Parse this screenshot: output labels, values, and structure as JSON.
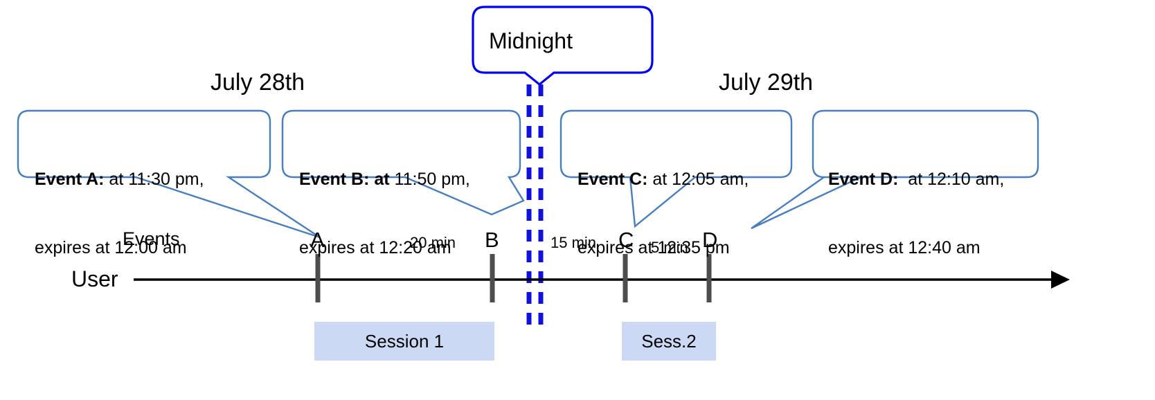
{
  "diagram": {
    "title_callout": {
      "label": "Midnight"
    },
    "day_labels": [
      {
        "name": "day-label-left",
        "text": "July 28th"
      },
      {
        "name": "day-label-right",
        "text": "July 29th"
      }
    ],
    "event_callouts": [
      {
        "id": "A",
        "bold": "Event A:",
        "line1_rest": " at 11:30 pm,",
        "line2": "expires at 12:00 am"
      },
      {
        "id": "B",
        "bold": "Event B: at",
        "line1_rest": " 11:50 pm,",
        "line2": "expires at 12:20 am"
      },
      {
        "id": "C",
        "bold": "Event C:",
        "line1_rest": " at 12:05 am,",
        "line2": "expires at 12:35 pm"
      },
      {
        "id": "D",
        "bold": "Event D:",
        "line1_rest": "  at 12:10 am,",
        "line2": "expires at 12:40 am"
      }
    ],
    "axis": {
      "row_label_events": "Events",
      "row_label_user": "User",
      "tick_labels": [
        "A",
        "B",
        "C",
        "D"
      ],
      "gap_labels": [
        "20 min",
        "15 min",
        "5 min"
      ]
    },
    "sessions": [
      {
        "label": "Session 1"
      },
      {
        "label": "Sess.2"
      }
    ],
    "colors": {
      "callout_border": "#4a7ebb",
      "midnight_border": "#0000ee",
      "midnight_line": "#1111dd",
      "session_fill": "#ccd9f5",
      "axis": "#000000",
      "tick": "#4d4d4d"
    }
  }
}
